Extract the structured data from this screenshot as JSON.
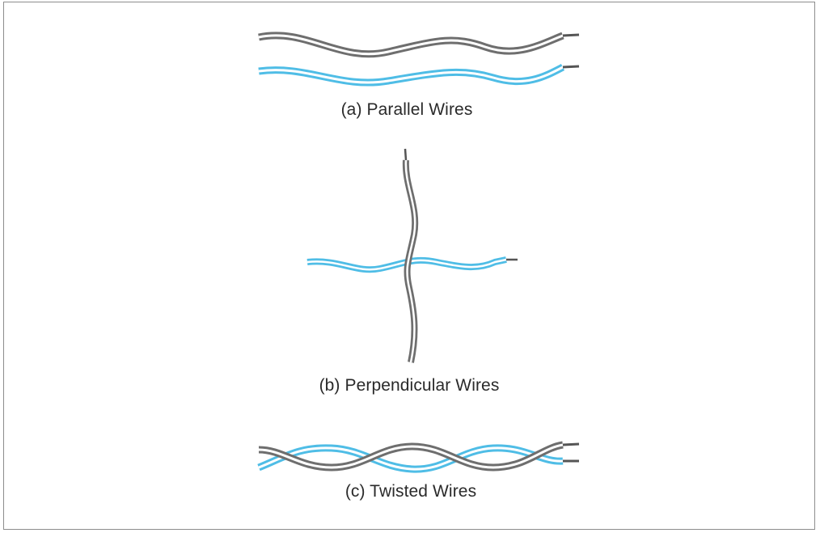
{
  "captions": {
    "parallel": "(a) Parallel Wires",
    "perpendicular": "(b) Perpendicular Wires",
    "twisted": "(c) Twisted Wires"
  },
  "colors": {
    "gray_wire": "#6e6e6e",
    "blue_wire": "#4fbde6",
    "wire_core": "#ffffff",
    "conductor_tip": "#555555",
    "border": "#8d8d8d"
  }
}
